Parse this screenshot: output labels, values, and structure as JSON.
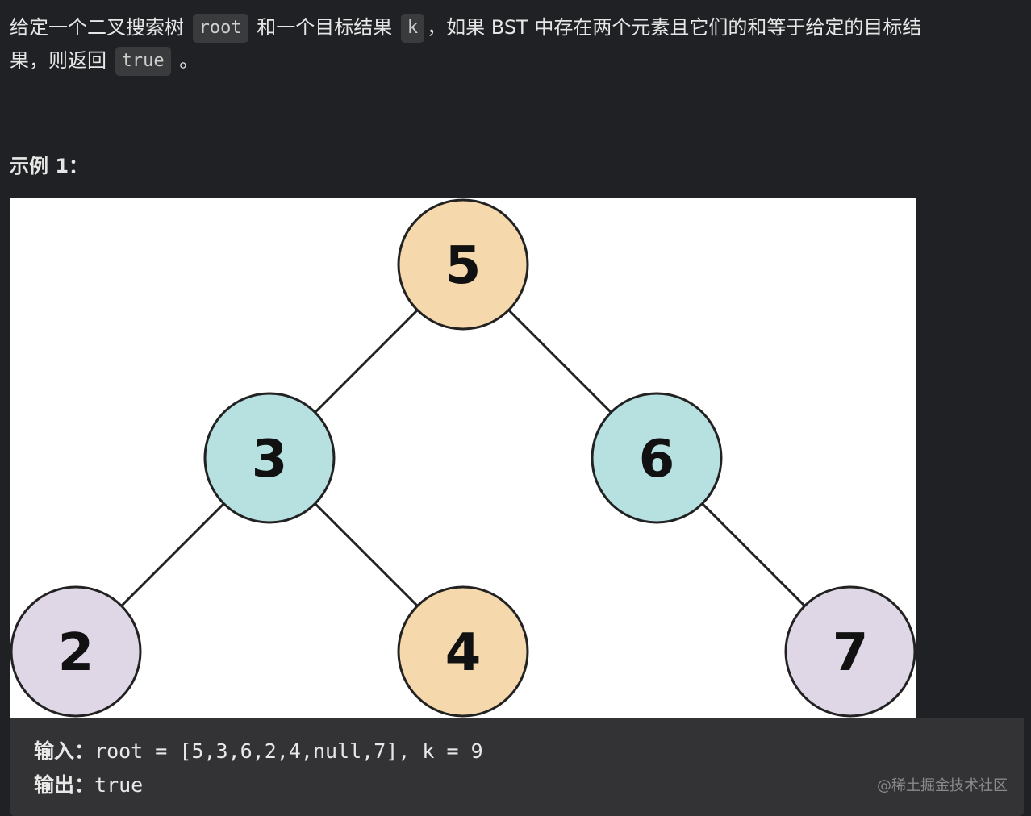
{
  "description": {
    "part1": "给定一个二叉搜索树",
    "code_root": "root",
    "part2": "和一个目标结果",
    "code_k": "k",
    "part3": "，如果 BST 中存在两个元素且它们的和等于给定的目标结",
    "part4": "果，则返回",
    "code_true": "true",
    "part5": "。"
  },
  "example": {
    "title": "示例 1：",
    "tree": {
      "nodes": [
        {
          "id": "n5",
          "value": "5",
          "color": "#f5d8ac"
        },
        {
          "id": "n3",
          "value": "3",
          "color": "#b7e0e1"
        },
        {
          "id": "n6",
          "value": "6",
          "color": "#b7e0e1"
        },
        {
          "id": "n2",
          "value": "2",
          "color": "#e0d7e6"
        },
        {
          "id": "n4",
          "value": "4",
          "color": "#f5d8ac"
        },
        {
          "id": "n7",
          "value": "7",
          "color": "#e0d7e6"
        }
      ],
      "edges": [
        [
          "n5",
          "n3"
        ],
        [
          "n5",
          "n6"
        ],
        [
          "n3",
          "n2"
        ],
        [
          "n3",
          "n4"
        ],
        [
          "n6",
          "n7"
        ]
      ]
    },
    "input_label": "输入：",
    "input_value": "root = [5,3,6,2,4,null,7], k = 9",
    "output_label": "输出：",
    "output_value": "true"
  },
  "watermark": "@稀土掘金技术社区",
  "colors": {
    "background": "#202124",
    "code_bg": "#3a3b3d",
    "io_bg": "#333336",
    "node_stroke": "#222222"
  }
}
